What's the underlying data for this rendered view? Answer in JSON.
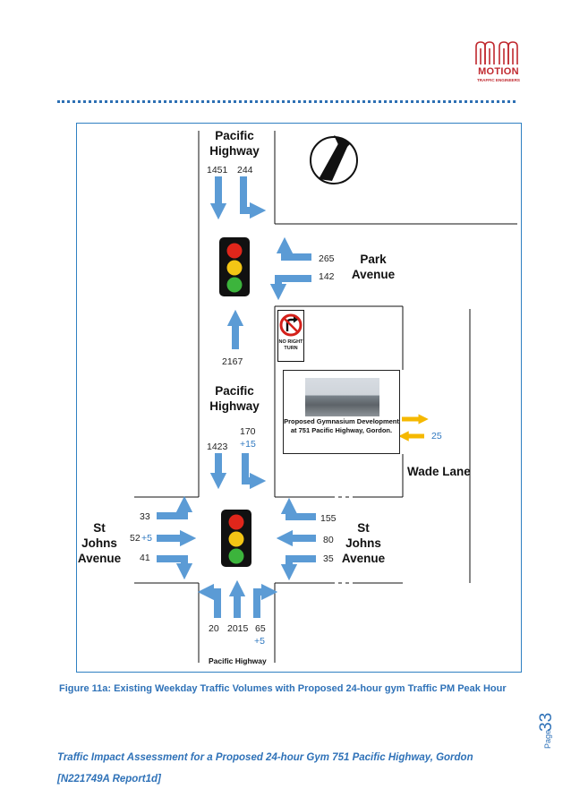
{
  "logo": {
    "name": "MOTION",
    "subtitle": "TRAFFIC ENGINEERS",
    "color": "#c0282e"
  },
  "diagram": {
    "streets": {
      "pacific_top": "Pacific Highway",
      "park": "Park Avenue",
      "pacific_mid": "Pacific Highway",
      "wade": "Wade Lane",
      "st_johns_left": "St Johns Avenue",
      "st_johns_right": "St Johns Avenue",
      "pacific_bottom": "Pacific Highway"
    },
    "volumes": {
      "north_sb_through": "1451",
      "north_sb_left": "244",
      "park_out": "265",
      "park_in": "142",
      "mid_nb": "2167",
      "mid_sb_through": "1423",
      "mid_sb_left": "170",
      "mid_sb_left_add": "+15",
      "gym_out_add": "25",
      "sj_west_left": "33",
      "sj_west_through": "52",
      "sj_west_through_add": "+5",
      "sj_west_right": "41",
      "sj_east_left": "155",
      "sj_east_through": "80",
      "sj_east_right": "35",
      "south_left": "20",
      "south_through": "2015",
      "south_right": "65",
      "south_right_add": "+5"
    },
    "sign": {
      "text": "NO RIGHT TURN"
    },
    "development": {
      "label": "Proposed Gymnasium Development at 751 Pacific Highway, Gordon."
    },
    "colors": {
      "arrow": "#5b9bd5",
      "proposed_arrow": "#f5b800",
      "border": "#2f80c2"
    }
  },
  "caption": "Figure 11a: Existing Weekday Traffic Volumes with Proposed 24-hour gym Traffic PM Peak Hour",
  "page": {
    "label": "Page",
    "number": "33"
  },
  "footer": {
    "line1": "Traffic Impact Assessment for a Proposed 24-hour Gym 751 Pacific Highway, Gordon",
    "line2": "[N221749A Report1d]"
  }
}
